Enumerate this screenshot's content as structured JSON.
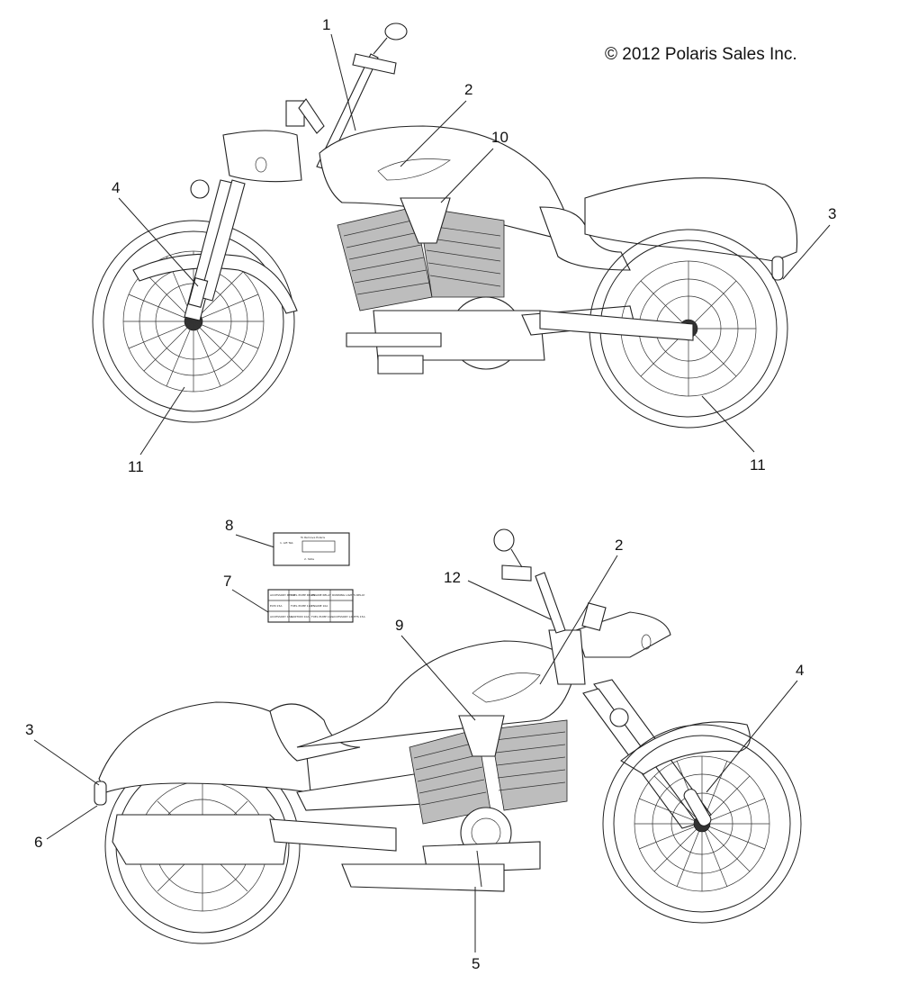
{
  "copyright": "© 2012 Polaris Sales Inc.",
  "callouts_top": {
    "c1": "1",
    "c2": "2",
    "c10": "10",
    "c3": "3",
    "c4": "4",
    "c11a": "11",
    "c11b": "11"
  },
  "callouts_bottom": {
    "c8": "8",
    "c2": "2",
    "c12": "12",
    "c7": "7",
    "c9": "9",
    "c4": "4",
    "c3": "3",
    "c6": "6",
    "c5": "5"
  },
  "decal_8": {
    "title": "To Remove Polaris",
    "line1": "1. Lift Tab",
    "line2": "2. Slide"
  },
  "decal_7": {
    "cells": [
      "ACCESSORY RELAY",
      "FUEL PUMP RELAY",
      "ENGINE RELAY",
      "RUNNING LIGHTS RELAY",
      "ECM 15A",
      "FUEL PUMP 10A",
      "ENGINE 10A",
      "",
      "ACCESSORY 15A",
      "IGNITION 10A",
      "FUEL PUMP 10A",
      "ACCESSORY LIGHTS 15A"
    ]
  }
}
